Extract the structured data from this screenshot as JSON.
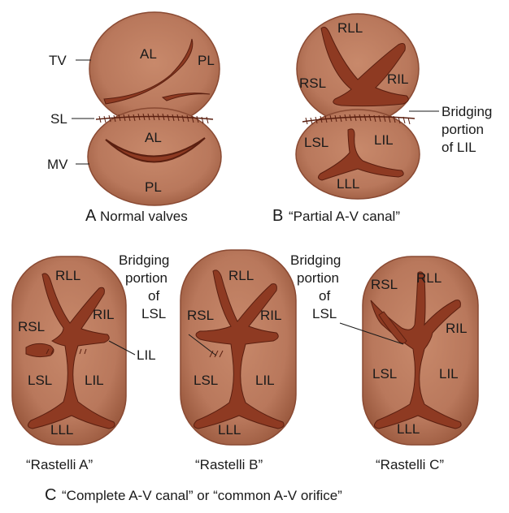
{
  "colors": {
    "tissue": "#b9785c",
    "tissue_edge": "#8a4a33",
    "leaflet": "#8e3a22",
    "leaflet_edge": "#5a1f10",
    "highlight": "#d8a287",
    "ink": "#1a1a1a"
  },
  "panel_a": {
    "caption_letter": "A",
    "caption_text": "Normal valves",
    "side_tv": "TV",
    "side_sl": "SL",
    "side_mv": "MV",
    "tv_al": "AL",
    "tv_pl": "PL",
    "mv_al": "AL",
    "mv_pl": "PL"
  },
  "panel_b": {
    "caption_letter": "B",
    "caption_text": "“Partial A-V canal”",
    "rll": "RLL",
    "rsl": "RSL",
    "ril": "RIL",
    "lsl": "LSL",
    "lil": "LIL",
    "lll": "LLL",
    "bridging_1": "Bridging",
    "bridging_2": "portion",
    "bridging_3": "of LIL"
  },
  "panel_c": {
    "caption_letter": "C",
    "caption_text": "“Complete A-V canal” or “common A-V orifice”",
    "a": {
      "caption": "“Rastelli A”",
      "rll": "RLL",
      "rsl": "RSL",
      "ril": "RIL",
      "lsl": "LSL",
      "lil": "LIL",
      "lll": "LLL",
      "pointer": "LIL"
    },
    "b": {
      "caption": "“Rastelli B”",
      "rll": "RLL",
      "rsl": "RSL",
      "ril": "RIL",
      "lsl": "LSL",
      "lil": "LIL",
      "lll": "LLL",
      "bridging_1": "Bridging",
      "bridging_2": "portion",
      "bridging_3": "of",
      "bridging_4": "LSL"
    },
    "c": {
      "caption": "“Rastelli C”",
      "rll": "RLL",
      "rsl": "RSL",
      "ril": "RIL",
      "lsl": "LSL",
      "lil": "LIL",
      "lll": "LLL",
      "bridging_1": "Bridging",
      "bridging_2": "portion",
      "bridging_3": "of",
      "bridging_4": "LSL"
    }
  }
}
